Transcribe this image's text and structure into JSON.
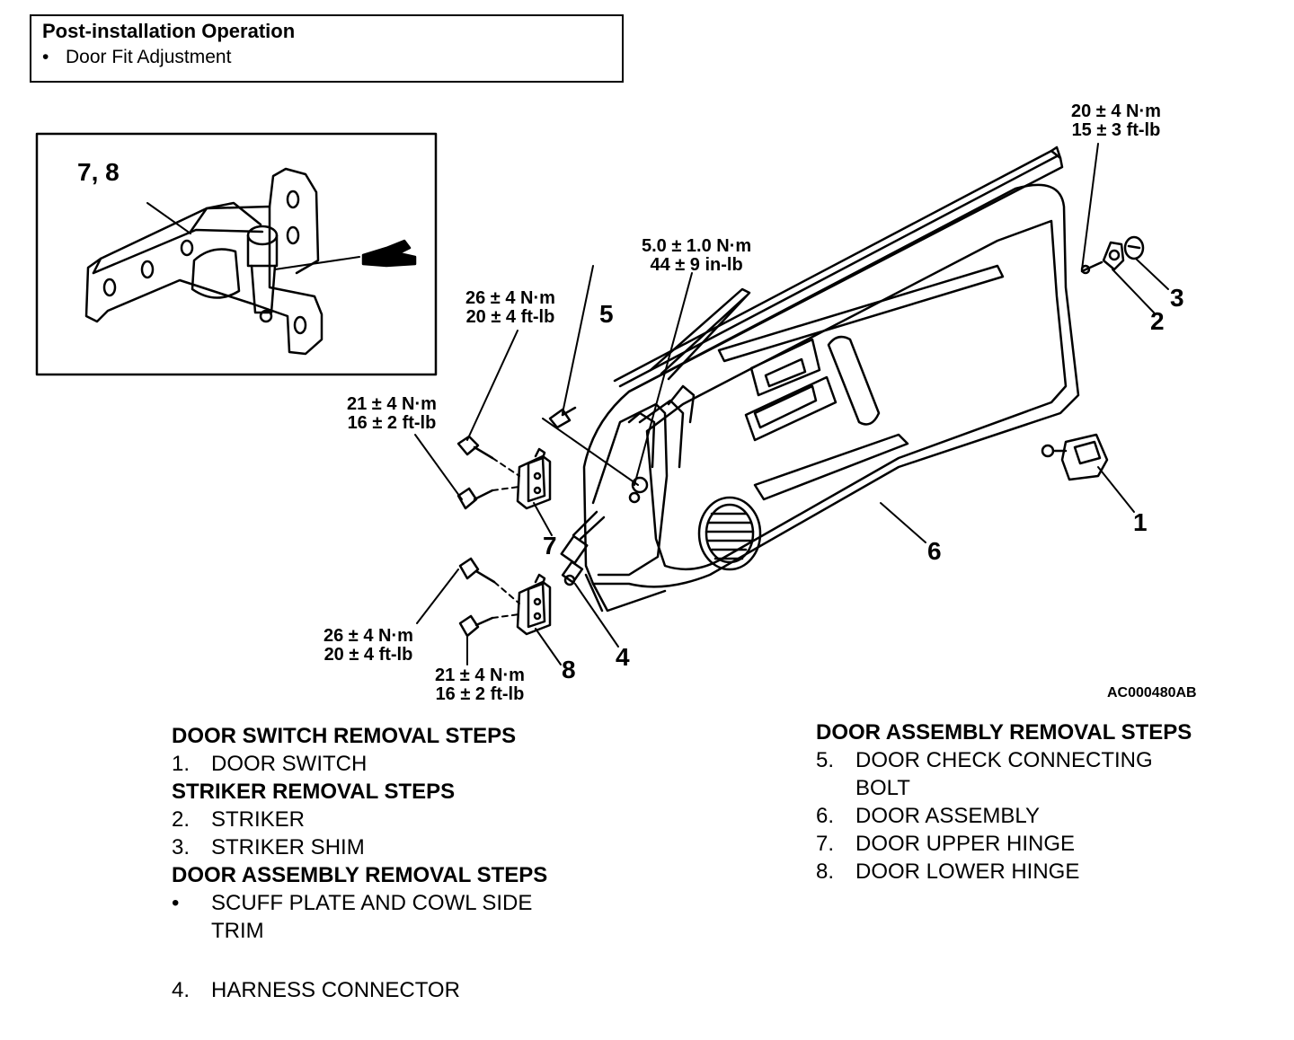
{
  "post_installation": {
    "title": "Post-installation Operation",
    "bullet": "•",
    "item": "Door Fit Adjustment"
  },
  "inset": {
    "label": "7, 8"
  },
  "torque_specs": {
    "striker": {
      "metric": "20 ± 4 N·m",
      "imperial": "15 ± 3 ft-lb"
    },
    "door_check_bolt": {
      "metric": "5.0 ± 1.0 N·m",
      "imperial": "44 ± 9 in-lb"
    },
    "upper_hinge_door": {
      "metric": "26 ± 4 N·m",
      "imperial": "20 ± 4 ft-lb"
    },
    "upper_hinge_body": {
      "metric": "21 ± 4 N·m",
      "imperial": "16 ± 2 ft-lb"
    },
    "lower_hinge_door": {
      "metric": "26 ± 4 N·m",
      "imperial": "20 ± 4 ft-lb"
    },
    "lower_hinge_body": {
      "metric": "21 ± 4 N·m",
      "imperial": "16 ± 2 ft-lb"
    }
  },
  "callouts": [
    "1",
    "2",
    "3",
    "4",
    "5",
    "6",
    "7",
    "8"
  ],
  "figure_code": "AC000480AB",
  "left_steps": {
    "door_switch_heading": "DOOR SWITCH REMOVAL STEPS",
    "step1_num": "1.",
    "step1": "DOOR SWITCH",
    "striker_heading": "STRIKER REMOVAL STEPS",
    "step2_num": "2.",
    "step2": "STRIKER",
    "step3_num": "3.",
    "step3": "STRIKER SHIM",
    "door_assembly_heading": "DOOR ASSEMBLY REMOVAL STEPS",
    "bullet": "•",
    "bullet_text": "SCUFF PLATE AND COWL SIDE TRIM",
    "step4_num": "4.",
    "step4": "HARNESS CONNECTOR"
  },
  "right_steps": {
    "door_assembly_heading": "DOOR ASSEMBLY REMOVAL STEPS",
    "step5_num": "5.",
    "step5": "DOOR CHECK CONNECTING BOLT",
    "step6_num": "6.",
    "step6": "DOOR ASSEMBLY",
    "step7_num": "7.",
    "step7": "DOOR UPPER HINGE",
    "step8_num": "8.",
    "step8": "DOOR LOWER HINGE"
  }
}
